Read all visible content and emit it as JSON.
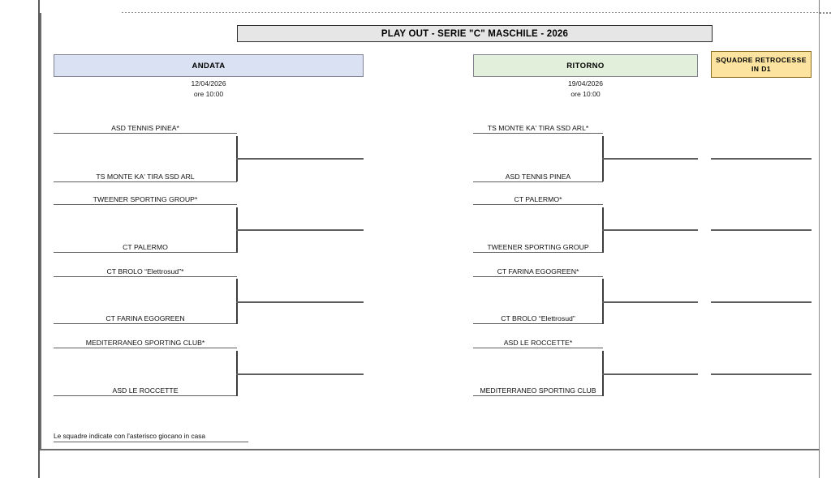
{
  "title": "PLAY OUT - SERIE \"C\" MASCHILE - 2026",
  "colors": {
    "andata_fill": "#D9E1F2",
    "ritorno_fill": "#E2EFDA",
    "retrocesse_fill": "#FCE4A0",
    "title_fill": "#E6E6E6",
    "line": "#5E5E5E"
  },
  "legs": {
    "andata": {
      "label": "ANDATA",
      "date": "12/04/2026",
      "time": "ore 10:00",
      "matches": [
        {
          "home": "ASD TENNIS PINEA*",
          "away": "TS MONTE KA' TIRA SSD ARL"
        },
        {
          "home": "TWEENER SPORTING GROUP*",
          "away": "CT PALERMO"
        },
        {
          "home": "CT BROLO “Elettrosud”*",
          "away": "CT FARINA EGOGREEN"
        },
        {
          "home": "MEDITERRANEO SPORTING CLUB*",
          "away": "ASD LE ROCCETTE"
        }
      ]
    },
    "ritorno": {
      "label": "RITORNO",
      "date": "19/04/2026",
      "time": "ore 10:00",
      "matches": [
        {
          "home": "TS MONTE KA' TIRA SSD ARL*",
          "away": "ASD TENNIS PINEA"
        },
        {
          "home": "CT PALERMO*",
          "away": "TWEENER SPORTING GROUP"
        },
        {
          "home": "CT FARINA EGOGREEN*",
          "away": "CT BROLO “Elettrosud”"
        },
        {
          "home": "ASD LE ROCCETTE*",
          "away": "MEDITERRANEO SPORTING CLUB"
        }
      ]
    }
  },
  "retrocesse": {
    "label_line1": "SQUADRE RETROCESSE",
    "label_line2": "IN D1",
    "slots": [
      "",
      "",
      "",
      ""
    ]
  },
  "footnote": "Le squadre indicate con l'asterisco giocano in casa"
}
